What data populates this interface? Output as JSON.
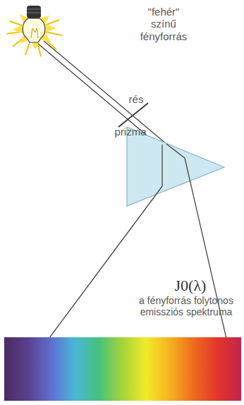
{
  "diagram": {
    "labels": [
      "\"fehér\" színű fényforrás",
      "rés",
      "prizma",
      "J0(λ)",
      "a fényforrás folytonos emissziós spektruma"
    ]
  }
}
